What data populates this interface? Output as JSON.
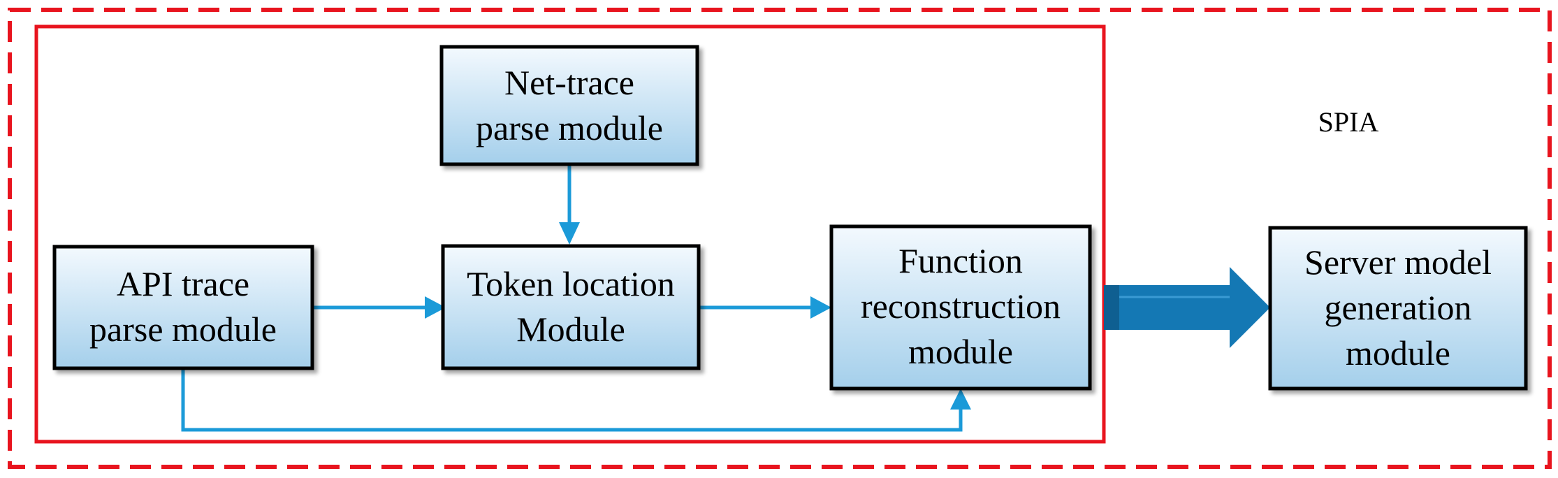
{
  "colors": {
    "frame": "#e8141e",
    "box_top": "#f3f9fe",
    "box_bottom": "#a4cfeb",
    "connector": "#1b9ad8",
    "big_arrow": "#1478b4",
    "big_arrow_dark": "#0f5f91"
  },
  "outer_frame": {
    "label": "SPIA"
  },
  "nodes": {
    "net_trace": {
      "line1": "Net-trace",
      "line2": "parse module"
    },
    "api_trace": {
      "line1": "API trace",
      "line2": "parse module"
    },
    "token_location": {
      "line1": "Token location",
      "line2": "Module"
    },
    "function_reconstruction": {
      "line1": "Function",
      "line2": "reconstruction",
      "line3": "module"
    },
    "server_model": {
      "line1": "Server model",
      "line2": "generation",
      "line3": "module"
    }
  },
  "edges": [
    {
      "from": "net_trace",
      "to": "token_location"
    },
    {
      "from": "api_trace",
      "to": "token_location"
    },
    {
      "from": "token_location",
      "to": "function_reconstruction"
    },
    {
      "from": "api_trace",
      "to": "function_reconstruction"
    },
    {
      "from": "function_reconstruction",
      "to": "server_model",
      "style": "thick-arrow"
    }
  ]
}
